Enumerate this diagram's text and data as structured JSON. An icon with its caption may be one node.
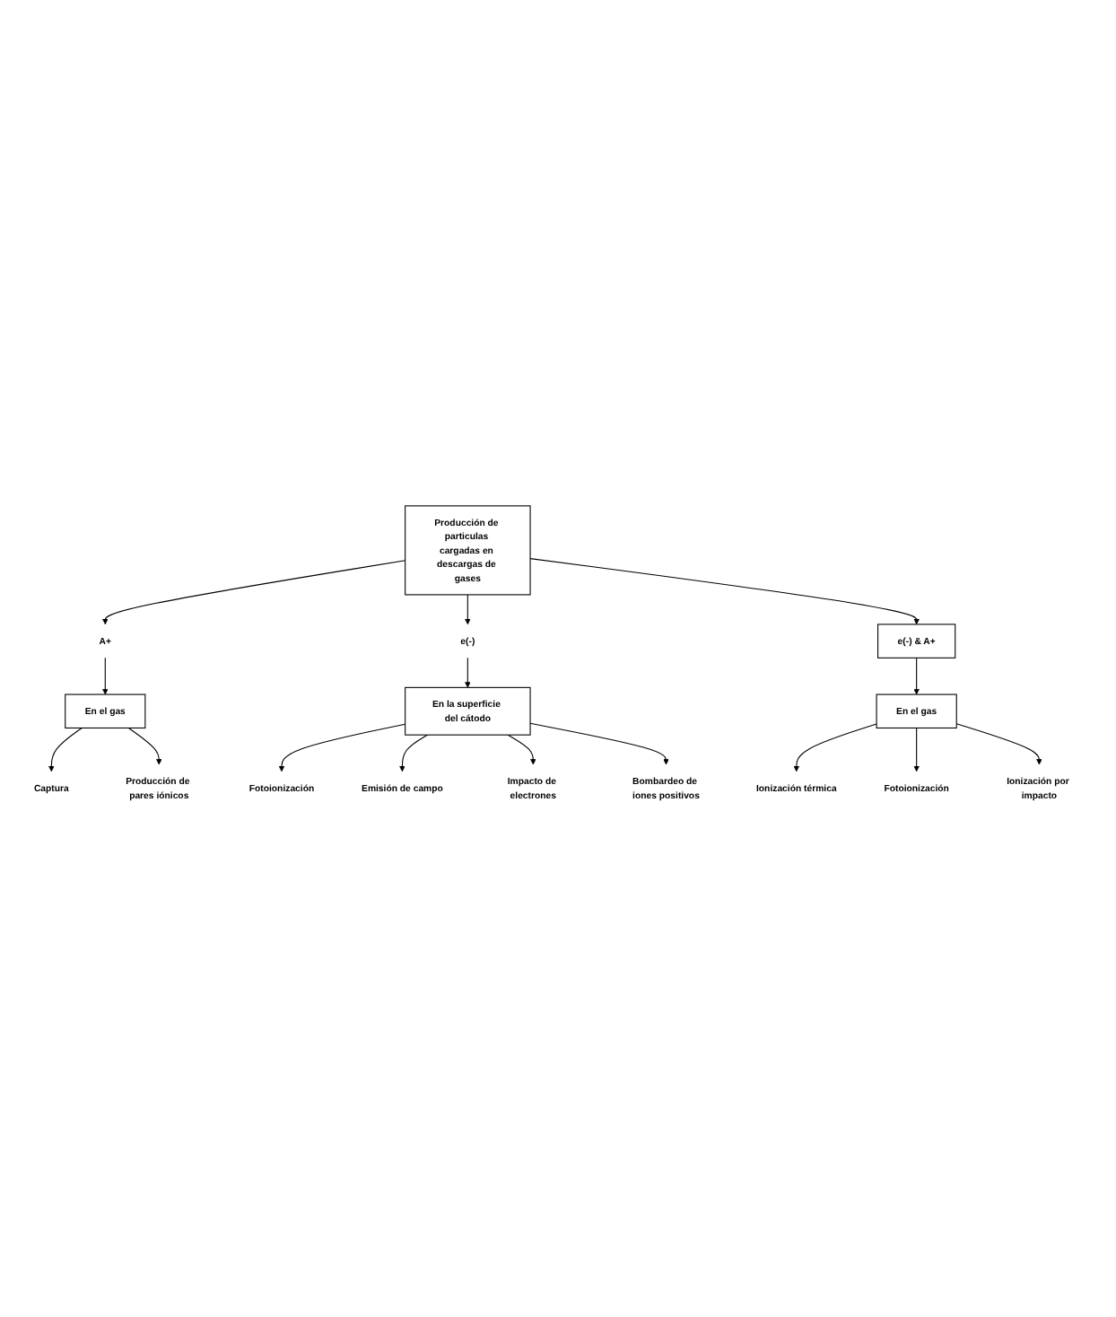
{
  "diagram": {
    "nodes": [
      {
        "text": [
          "Producción de particulas cargadas en descargas de gases"
        ]
      },
      {
        "text": [
          "A+"
        ]
      },
      {
        "text": [
          "e(-)"
        ]
      },
      {
        "text": [
          "e(-) & A+"
        ]
      },
      {
        "text": [
          "En el gas"
        ]
      },
      {
        "text": [
          "En la superficie del cátodo"
        ]
      },
      {
        "text": [
          "En el gas"
        ]
      },
      {
        "text": [
          "Captura"
        ]
      },
      {
        "text": [
          "Producción de pares iónicos"
        ]
      },
      {
        "text": [
          "Fotoionización"
        ]
      },
      {
        "text": [
          "Emisión de campo"
        ]
      },
      {
        "text": [
          "Impacto de electrones"
        ]
      },
      {
        "text": [
          "Bombardeo de iones positivos"
        ]
      },
      {
        "text": [
          "Ionización térmica"
        ]
      },
      {
        "text": [
          "Fotoionización"
        ]
      },
      {
        "text": [
          "Ionización por impacto"
        ]
      }
    ],
    "edges": [
      {
        "from": 0,
        "to": 1,
        "arrow": "to"
      },
      {
        "from": 0,
        "to": 2,
        "arrow": "to"
      },
      {
        "from": 0,
        "to": 3,
        "arrow": "to"
      },
      {
        "from": 1,
        "to": 4,
        "arrow": "to"
      },
      {
        "from": 2,
        "to": 5,
        "arrow": "to"
      },
      {
        "from": 3,
        "to": 6,
        "arrow": "to"
      },
      {
        "from": 4,
        "to": 7,
        "arrow": "to"
      },
      {
        "from": 4,
        "to": 8,
        "arrow": "to"
      },
      {
        "from": 5,
        "to": 9,
        "arrow": "to"
      },
      {
        "from": 5,
        "to": 10,
        "arrow": "to"
      },
      {
        "from": 5,
        "to": 11,
        "arrow": "to"
      },
      {
        "from": 5,
        "to": 12,
        "arrow": "to"
      },
      {
        "from": 6,
        "to": 13,
        "arrow": "to"
      },
      {
        "from": 6,
        "to": 14,
        "arrow": "to"
      },
      {
        "from": 6,
        "to": 15,
        "arrow": "to"
      }
    ]
  }
}
